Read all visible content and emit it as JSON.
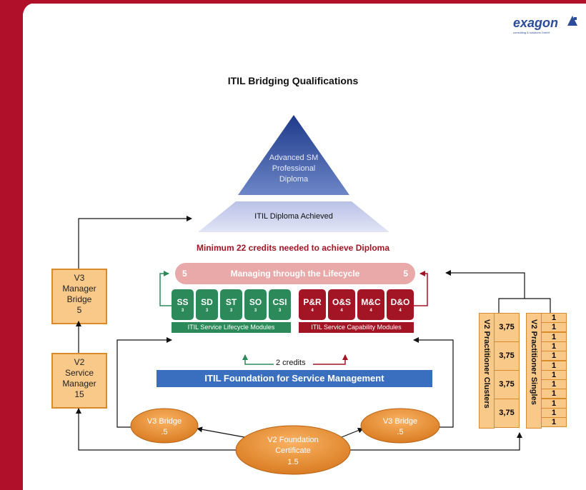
{
  "title": "ITIL Bridging Qualifications",
  "logo": {
    "text": "exagon",
    "subtext": "consulting & solutions GmbH"
  },
  "pyramid": {
    "top": [
      "Advanced SM",
      "Professional",
      "Diploma"
    ],
    "middle": "ITIL Diploma Achieved"
  },
  "minimum_credits": "Minimum 22 credits needed to achieve Diploma",
  "lifecycle_bar": {
    "left_num": "5",
    "label": "Managing through the Lifecycle",
    "right_num": "5"
  },
  "lifecycle_modules": [
    {
      "code": "SS",
      "credits": "3"
    },
    {
      "code": "SD",
      "credits": "3"
    },
    {
      "code": "ST",
      "credits": "3"
    },
    {
      "code": "SO",
      "credits": "3"
    },
    {
      "code": "CSI",
      "credits": "3"
    }
  ],
  "capability_modules": [
    {
      "code": "P&R",
      "credits": "4"
    },
    {
      "code": "O&S",
      "credits": "4"
    },
    {
      "code": "M&C",
      "credits": "4"
    },
    {
      "code": "D&O",
      "credits": "4"
    }
  ],
  "lifecycle_modules_label": "ITIL Service Lifecycle Modules",
  "capability_modules_label": "ITIL Service Capability Modules",
  "two_credits": "2 credits",
  "foundation": "ITIL Foundation for Service Management",
  "v3_manager_bridge": [
    "V3",
    "Manager",
    "Bridge",
    "5"
  ],
  "v2_service_manager": [
    "V2",
    "Service",
    "Manager",
    "15"
  ],
  "v3_bridge_left": [
    "V3 Bridge",
    ".5"
  ],
  "v3_bridge_right": [
    "V3 Bridge",
    ".5"
  ],
  "v2_foundation": [
    "V2 Foundation",
    "Certificate",
    "1.5"
  ],
  "practitioner_clusters": {
    "label": "V2 Practitioner Clusters",
    "values": [
      "3,75",
      "3,75",
      "3,75",
      "3,75"
    ]
  },
  "practitioner_singles": {
    "label": "V2 Practitioner Singles",
    "values": [
      "1",
      "1",
      "1",
      "1",
      "1",
      "1",
      "1",
      "1",
      "1",
      "1",
      "1",
      "1"
    ]
  },
  "colors": {
    "frame": "#b0102a",
    "pyramid_top": "#2f4a9c",
    "pyramid_mid": "#c7cdea",
    "lifecycle": "#2c8a5a",
    "capability": "#a31525",
    "foundation": "#3a6fc0",
    "orange": "#f9c98a"
  }
}
